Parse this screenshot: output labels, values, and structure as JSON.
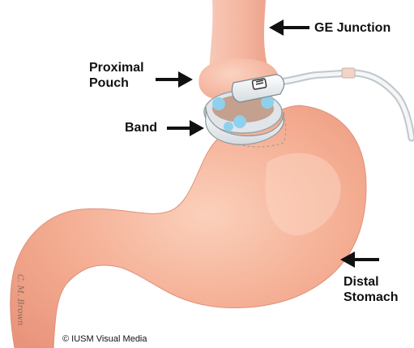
{
  "labels": {
    "ge_junction": "GE Junction",
    "proximal_pouch_line1": "Proximal",
    "proximal_pouch_line2": "Pouch",
    "band": "Band",
    "distal_stomach_line1": "Distal",
    "distal_stomach_line2": "Stomach"
  },
  "credit": "© IUSM Visual Media",
  "signature": "C. M. Brown",
  "colors": {
    "tissue": "#f3a98f",
    "tissue_light": "#f9cbb6",
    "tissue_shadow": "#e58f76",
    "band": "#eef1f3",
    "band_accent": "#8fd0ec",
    "arrow": "#111111"
  }
}
